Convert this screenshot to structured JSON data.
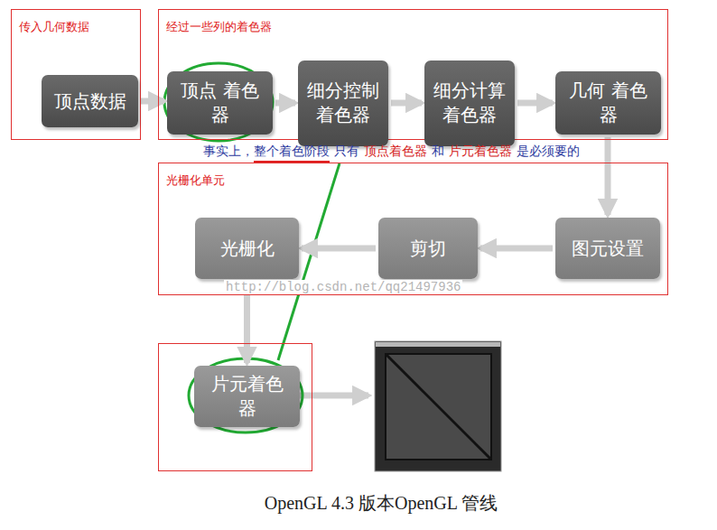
{
  "diagram": {
    "caption": "OpenGL 4.3 版本OpenGL 管线",
    "nodes": [
      {
        "text": [
          "传入几何数据"
        ]
      },
      {
        "text": [
          "顶点数据"
        ],
        "in": 0
      },
      {
        "text": [
          "经过一些列的着色器"
        ]
      },
      {
        "text": [
          "顶点 着色器"
        ],
        "in": 2
      },
      {
        "text": [
          "细分控制 着色器"
        ],
        "in": 2
      },
      {
        "text": [
          "细分计算 着色器"
        ],
        "in": 2
      },
      {
        "text": [
          "几何 着色器"
        ],
        "in": 2
      },
      {
        "text": [
          "光栅化单元"
        ]
      },
      {
        "text": [
          "光栅化"
        ],
        "in": 7
      },
      {
        "text": [
          "剪切"
        ],
        "in": 7
      },
      {
        "text": [
          "图元设置"
        ],
        "in": 7
      },
      {},
      {
        "text": [
          "片元着色器"
        ],
        "in": 11
      }
    ],
    "edges": [
      {
        "from": 1,
        "to": 3,
        "arrow": "to"
      },
      {
        "from": 3,
        "to": 4,
        "arrow": "to"
      },
      {
        "from": 4,
        "to": 5,
        "arrow": "to"
      },
      {
        "from": 5,
        "to": 6,
        "arrow": "to"
      },
      {
        "from": 6,
        "to": 10,
        "arrow": "to"
      },
      {
        "from": 10,
        "to": 9,
        "arrow": "to"
      },
      {
        "from": 9,
        "to": 8,
        "arrow": "to"
      },
      {
        "from": 8,
        "to": 12,
        "arrow": "to"
      }
    ],
    "labels": [
      "事实上，",
      "整个着色阶段",
      "只有",
      "顶点着色器",
      "和",
      "片元着色器",
      "是必须要的",
      "http://blog.csdn.net/qq21497936"
    ]
  }
}
